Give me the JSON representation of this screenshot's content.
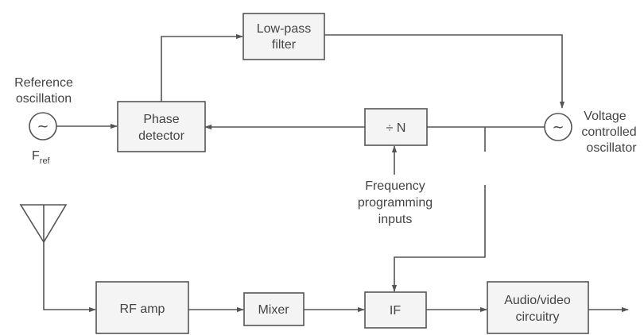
{
  "blocks": {
    "low_pass_filter": [
      "Low-pass",
      "filter"
    ],
    "phase_detector": [
      "Phase",
      "detector"
    ],
    "divider": "÷ N",
    "rf_amp": "RF amp",
    "mixer": "Mixer",
    "if": "IF",
    "audio_video": [
      "Audio/video",
      "circuitry"
    ]
  },
  "labels": {
    "reference": [
      "Reference",
      "oscillation"
    ],
    "f_ref_main": "F",
    "f_ref_sub": "ref",
    "vco": [
      "Voltage",
      "controlled",
      "oscillator"
    ],
    "freq_inputs": [
      "Frequency",
      "programming",
      "inputs"
    ]
  },
  "symbols": {
    "oscillator_glyph": "~",
    "antenna_icon": "antenna-icon"
  },
  "colors": {
    "line": "#555555",
    "box_fill": "#f4f4f4",
    "text": "#444444"
  }
}
